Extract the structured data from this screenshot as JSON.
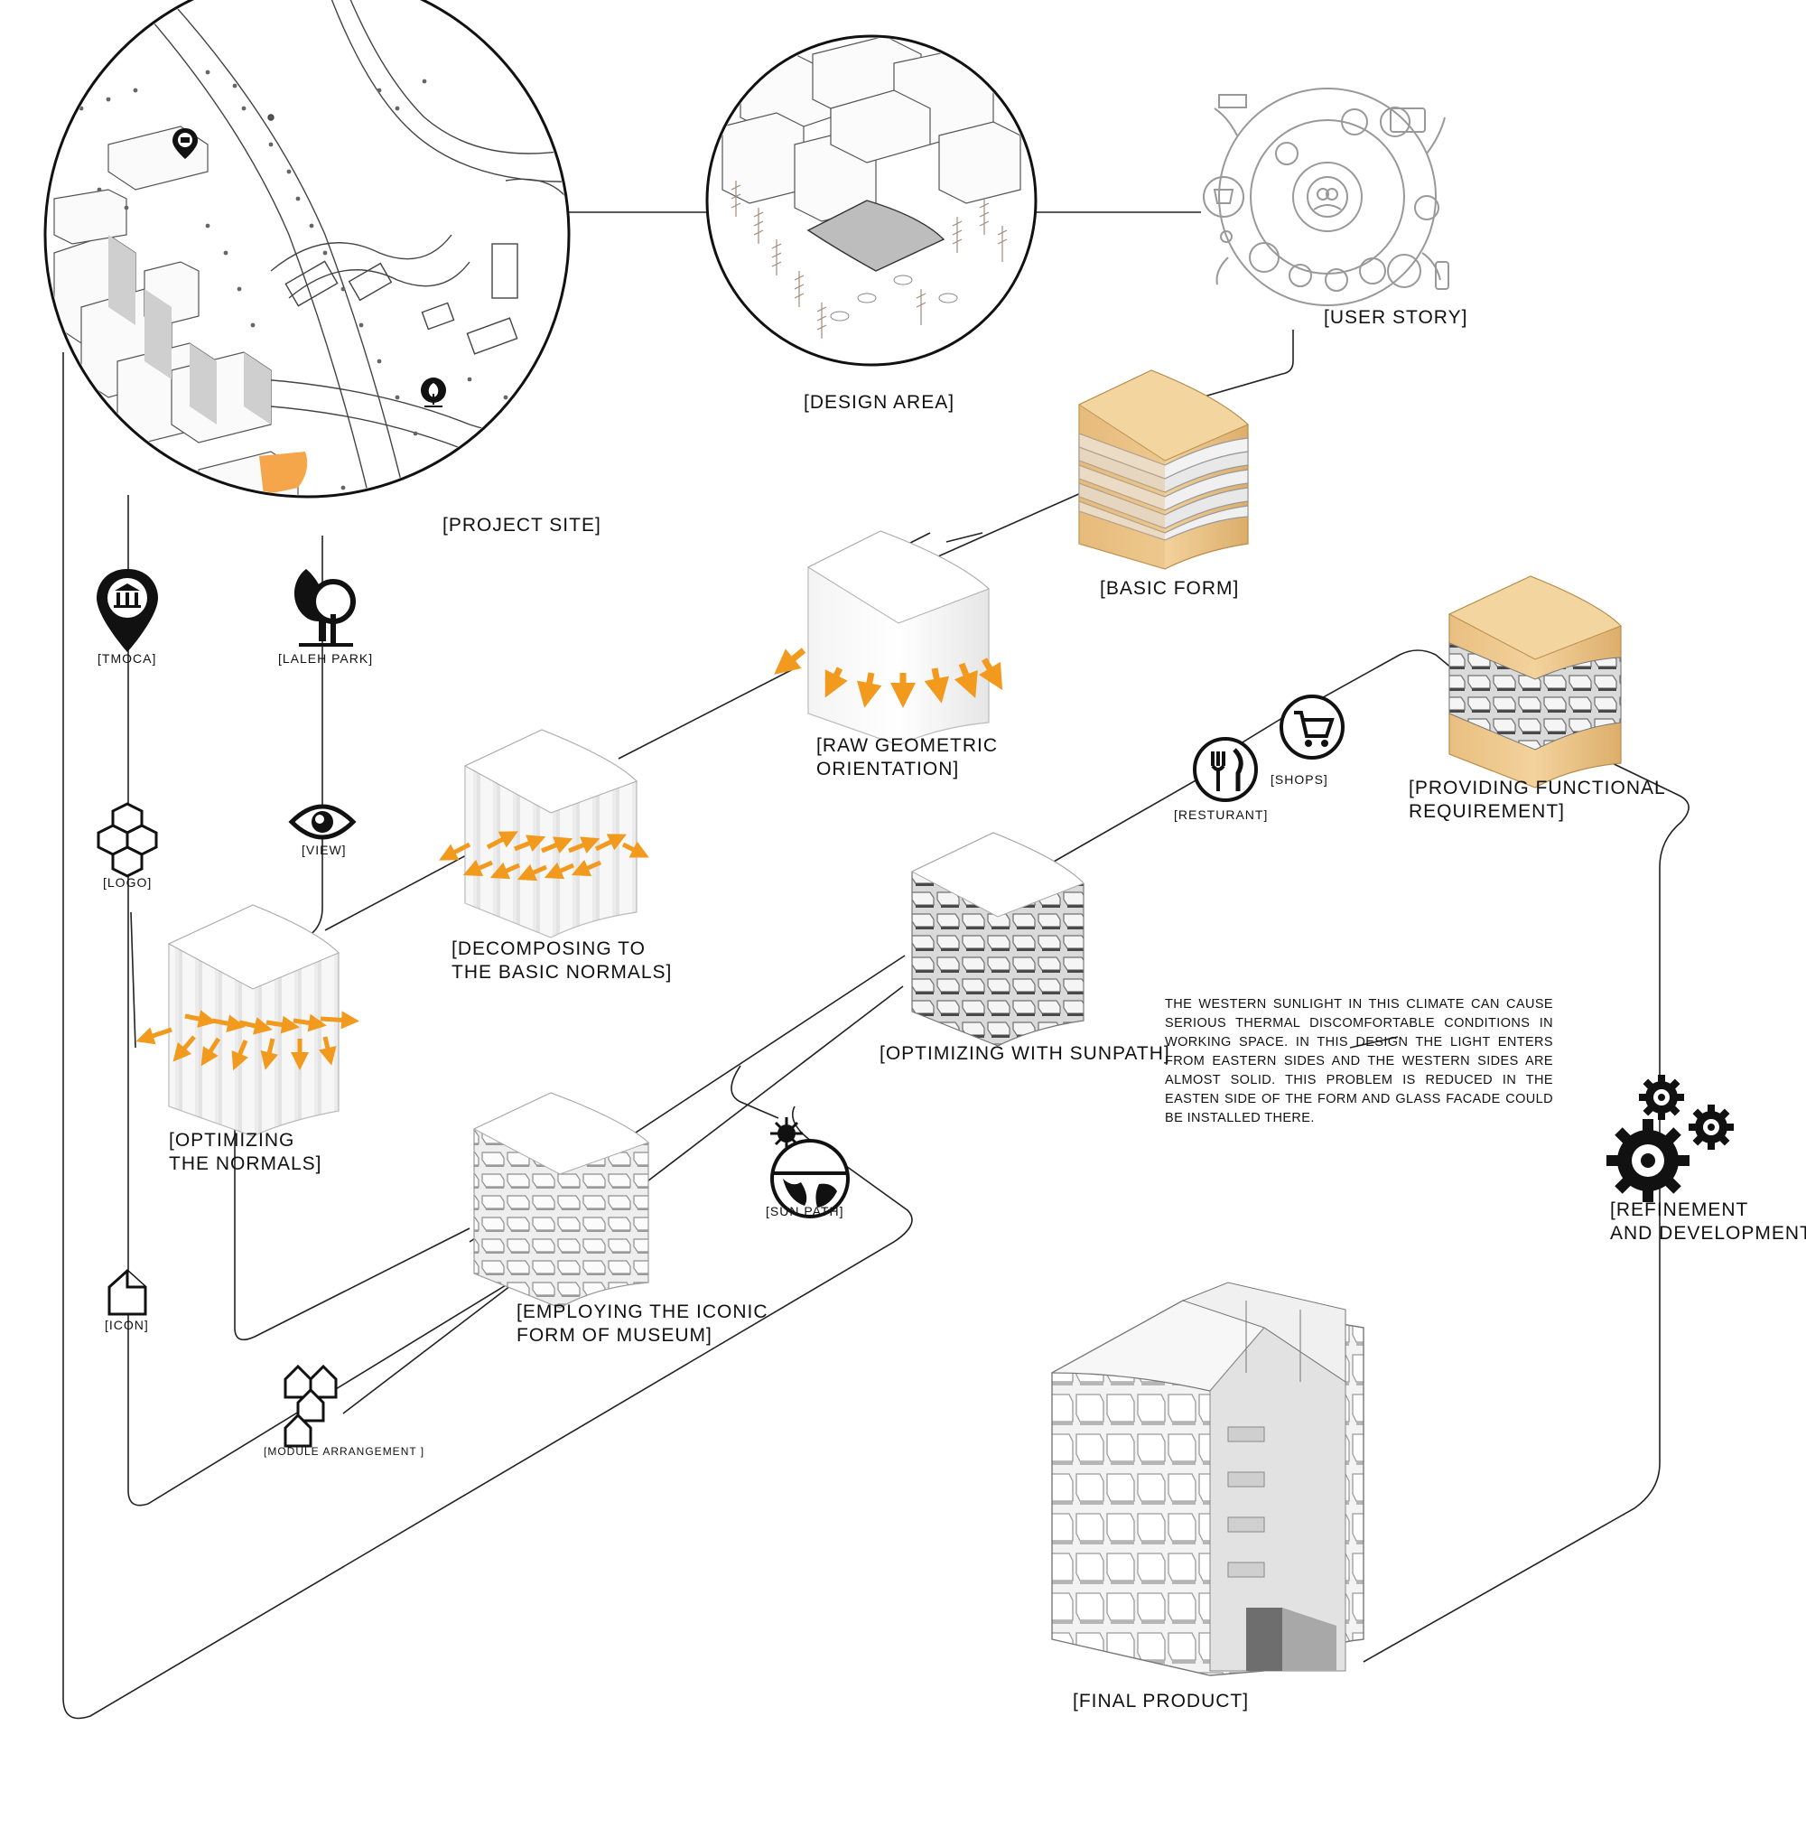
{
  "labels": {
    "project_site": "[PROJECT SITE]",
    "design_area": "[DESIGN AREA]",
    "user_story": "[USER STORY]",
    "basic_form": "[BASIC FORM]",
    "raw_geometric_orientation": "[RAW GEOMETRIC\nORIENTATION]",
    "decomposing": "[DECOMPOSING TO\nTHE BASIC NORMALS]",
    "optimizing_normals": "[OPTIMIZING\nTHE NORMALS]",
    "employing_iconic": "[EMPLOYING THE ICONIC\nFORM OF MUSEUM]",
    "optimizing_sunpath": "[OPTIMIZING WITH SUNPATH]",
    "providing_functional": "[PROVIDING FUNCTIONAL\nREQUIREMENT]",
    "refinement": "[REFINEMENT\nAND DEVELOPMENT]",
    "final_product": "[FINAL PRODUCT]",
    "tmoca": "[TMOCA]",
    "laleh_park": "[LALEH PARK]",
    "logo": "[LOGO]",
    "view": "[VIEW]",
    "icon": "[ICON]",
    "module_arrangement": "[MODULE ARRANGEMENT ]",
    "sun_path": "[SUN PATH]",
    "resturant": "[RESTURANT]",
    "shops": "[SHOPS]"
  },
  "description": "THE WESTERN SUNLIGHT IN THIS CLIMATE CAN CAUSE SERIOUS THERMAL DISCOMFORTABLE CONDITIONS IN WORKING SPACE. IN THIS DESIGN THE LIGHT ENTERS FROM EASTERN SIDES AND THE WESTERN SIDES ARE ALMOST SOLID. THIS PROBLEM IS REDUCED IN THE EASTEN SIDE OF THE FORM AND  GLASS FACADE COULD BE INSTALLED THERE.",
  "colors": {
    "accent_orange": "#F29A1E",
    "sand": "#EDC487",
    "line": "#222222"
  },
  "icons": [
    "museum-pin-icon",
    "park-tree-icon",
    "logo-cubes-icon",
    "eye-icon",
    "house-icon",
    "module-houses-icon",
    "sun-globe-icon",
    "restaurant-icon",
    "cart-icon",
    "gears-icon",
    "user-story-network-icon"
  ]
}
